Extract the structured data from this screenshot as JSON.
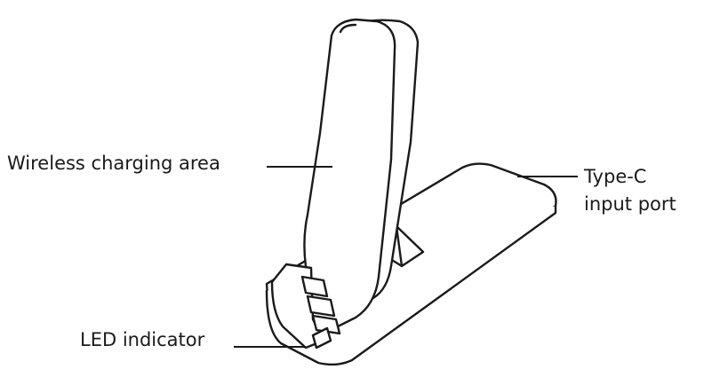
{
  "labels": {
    "wireless_charging_area": "Wireless charging area",
    "type_c_line1": "Type-C",
    "type_c_line2": "input port",
    "led_indicator": "LED indicator"
  },
  "colors": {
    "stroke": "#1a1a1a",
    "fill": "#ffffff"
  }
}
